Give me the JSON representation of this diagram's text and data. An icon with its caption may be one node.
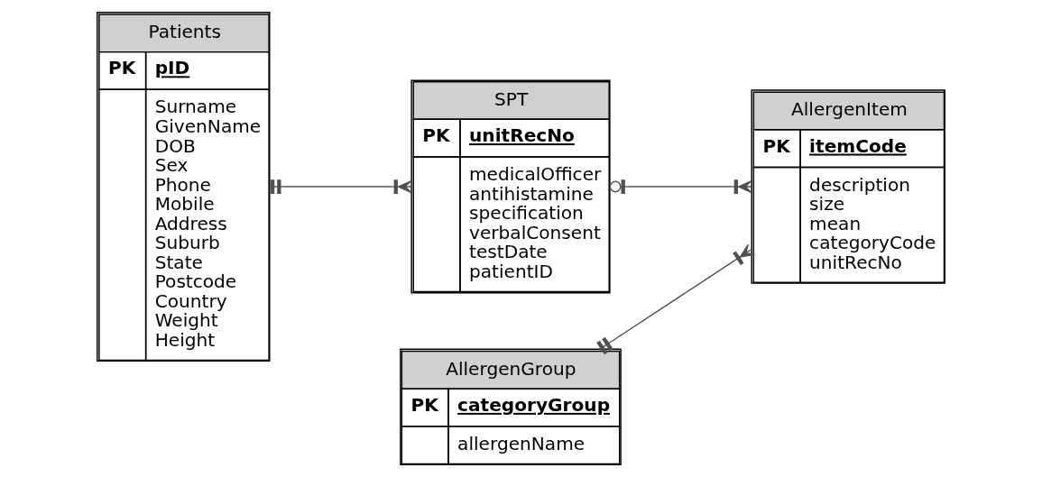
{
  "diagram": {
    "nodes": [
      {
        "text": [
          "Patients",
          "PK",
          "pID",
          "Surname",
          "GivenName",
          "DOB",
          "Sex",
          "Phone",
          "Mobile",
          "Address",
          "Suburb",
          "State",
          "Postcode",
          "Country",
          "Weight",
          "Height"
        ]
      },
      {
        "text": [
          "SPT",
          "PK",
          "unitRecNo",
          "medicalOfficer",
          "antihistamine",
          "specification",
          "verbalConsent",
          "testDate",
          "patientID"
        ]
      },
      {
        "text": [
          "AllergenGroup",
          "PK",
          "categoryGroup",
          "allergenName"
        ]
      },
      {
        "text": [
          "AllergenItem",
          "PK",
          "itemCode",
          "description",
          "size",
          "mean",
          "categoryCode",
          "unitRecNo"
        ]
      }
    ],
    "edges": [
      {
        "from": 0,
        "to": 1,
        "arrow": "other"
      },
      {
        "from": 1,
        "to": 3,
        "arrow": "other"
      },
      {
        "from": 2,
        "to": 3,
        "arrow": "other"
      }
    ]
  }
}
